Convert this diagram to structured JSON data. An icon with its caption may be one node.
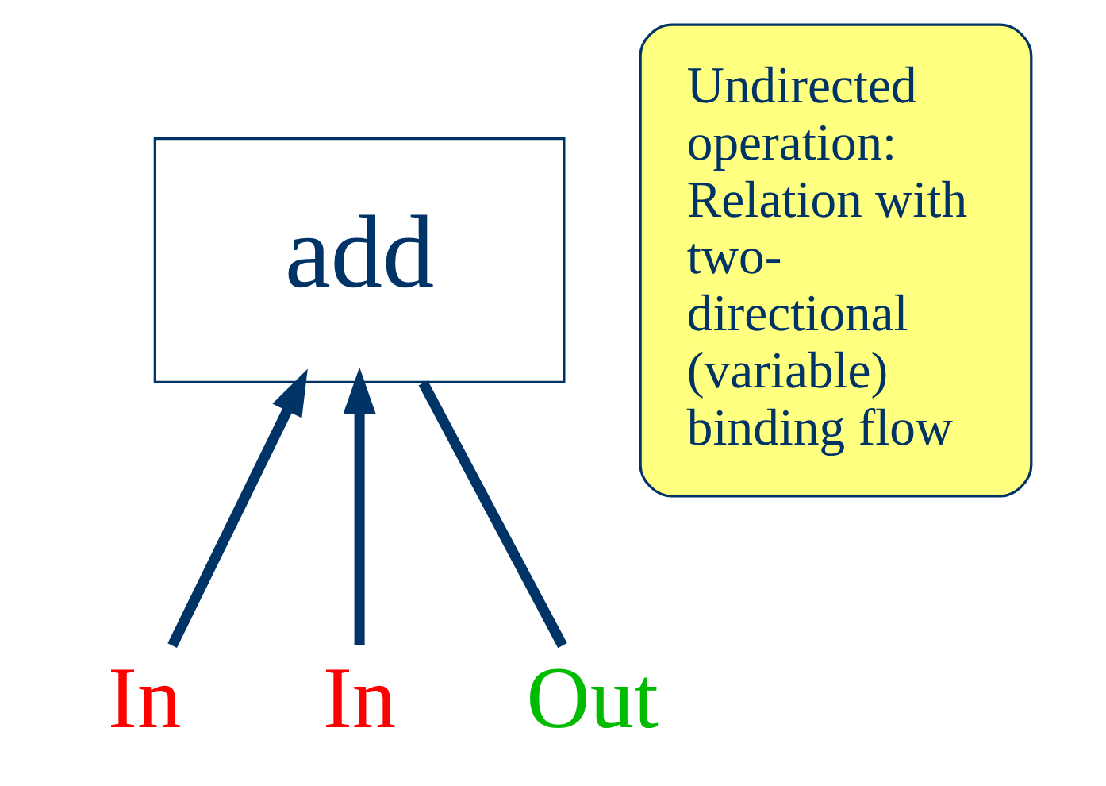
{
  "diagram": {
    "nodes": [
      {
        "text": [
          "add"
        ]
      },
      {
        "text": [
          "In"
        ]
      },
      {
        "text": [
          "In"
        ]
      },
      {
        "text": [
          "Out"
        ]
      },
      {
        "text": [
          "Undirected operation: Relation with two-directional (variable) binding flow"
        ]
      }
    ],
    "edges": [
      {
        "from": 1,
        "to": 0,
        "arrow": "to"
      },
      {
        "from": 2,
        "to": 0,
        "arrow": "to"
      },
      {
        "from": 3,
        "to": 0,
        "arrow": "none"
      }
    ]
  }
}
